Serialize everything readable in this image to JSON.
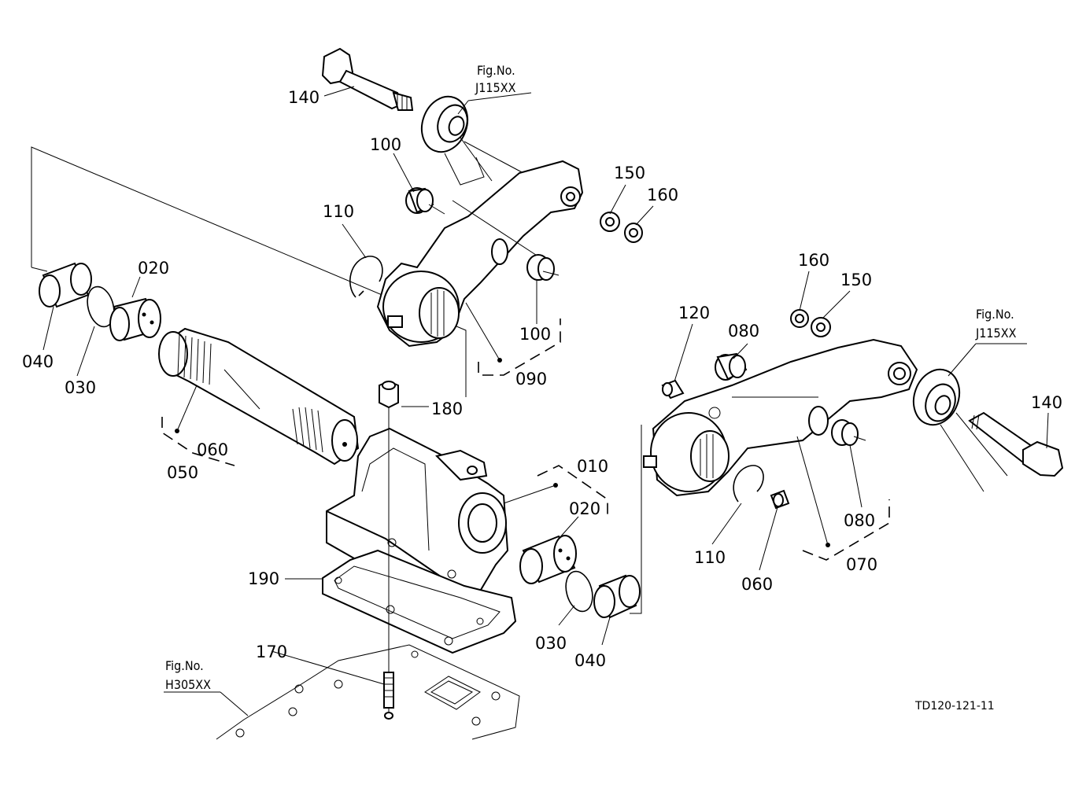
{
  "labels": {
    "p140_top": "140",
    "p100_top": "100",
    "p150_top": "150",
    "p160_top": "160",
    "p110_top": "110",
    "p020_left": "020",
    "p040_left": "040",
    "p030_left": "030",
    "p100_mid": "100",
    "p090": "090",
    "p180": "180",
    "p060_left": "060",
    "p050": "050",
    "p010": "010",
    "p020_right": "020",
    "p190": "190",
    "p030_right": "030",
    "p040_right": "040",
    "p170": "170",
    "p160_right": "160",
    "p150_right": "150",
    "p120": "120",
    "p080_top": "080",
    "p140_right": "140",
    "p080_bot": "080",
    "p110_right": "110",
    "p060_right": "060",
    "p070": "070"
  },
  "figrefs": {
    "top_line1": "Fig.No.",
    "top_line2": "J115XX",
    "right_line1": "Fig.No.",
    "right_line2": "J115XX",
    "bottom_line1": "Fig.No.",
    "bottom_line2": "H305XX"
  },
  "drawing_code": "TD120-121-11"
}
